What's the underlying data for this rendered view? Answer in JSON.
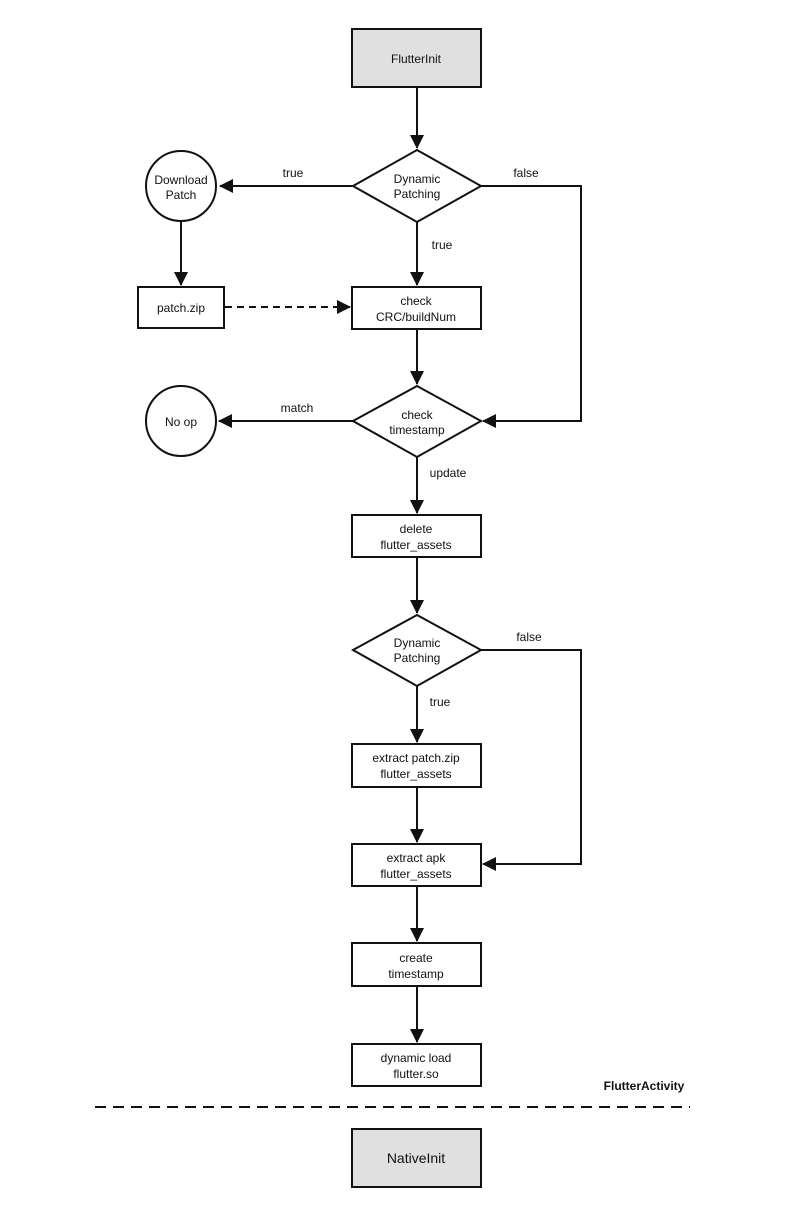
{
  "colors": {
    "stroke": "#111111",
    "fill": "#ffffff",
    "terminal_fill": "#e0e0e0",
    "text": "#111111"
  },
  "nodes": {
    "flutter_init": {
      "lines": [
        "FlutterInit"
      ]
    },
    "dynamic_patching_1": {
      "lines": [
        "Dynamic",
        "Patching"
      ]
    },
    "download_patch": {
      "lines": [
        "Download",
        "Patch"
      ]
    },
    "patch_zip": {
      "lines": [
        "patch.zip"
      ]
    },
    "check_crc": {
      "lines": [
        "check",
        "CRC/buildNum"
      ]
    },
    "check_timestamp": {
      "lines": [
        "check",
        "timestamp"
      ]
    },
    "no_op": {
      "lines": [
        "No op"
      ]
    },
    "delete_assets": {
      "lines": [
        "delete",
        "flutter_assets"
      ]
    },
    "dynamic_patching_2": {
      "lines": [
        "Dynamic",
        "Patching"
      ]
    },
    "extract_patch": {
      "lines": [
        "extract patch.zip",
        "flutter_assets"
      ]
    },
    "extract_apk": {
      "lines": [
        "extract apk",
        "flutter_assets"
      ]
    },
    "create_timestamp": {
      "lines": [
        "create",
        "timestamp"
      ]
    },
    "dynamic_load": {
      "lines": [
        "dynamic load",
        "flutter.so"
      ]
    },
    "native_init": {
      "lines": [
        "NativeInit"
      ]
    }
  },
  "edge_labels": {
    "dp1_true_left": "true",
    "dp1_false": "false",
    "dp1_true_down": "true",
    "ts_match": "match",
    "ts_update": "update",
    "dp2_false": "false",
    "dp2_true": "true"
  },
  "section_label": "FlutterActivity"
}
